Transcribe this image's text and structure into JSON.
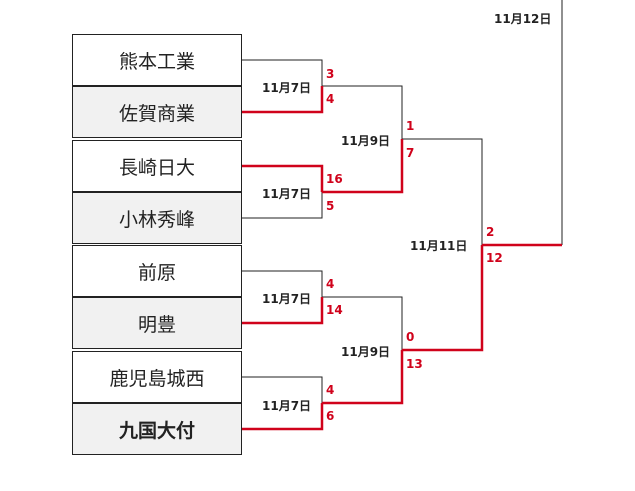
{
  "colors": {
    "win": "#d0021b",
    "line": "#222222"
  },
  "teams": [
    {
      "name": "熊本工業"
    },
    {
      "name": "佐賀商業"
    },
    {
      "name": "長崎日大"
    },
    {
      "name": "小林秀峰"
    },
    {
      "name": "前原"
    },
    {
      "name": "明豊"
    },
    {
      "name": "鹿児島城西"
    },
    {
      "name": "九国大付"
    }
  ],
  "round1": [
    {
      "date": "11月7日",
      "top_score": "3",
      "bottom_score": "4"
    },
    {
      "date": "11月7日",
      "top_score": "16",
      "bottom_score": "5"
    },
    {
      "date": "11月7日",
      "top_score": "4",
      "bottom_score": "14"
    },
    {
      "date": "11月7日",
      "top_score": "4",
      "bottom_score": "6"
    }
  ],
  "semifinals": [
    {
      "date": "11月9日",
      "top_score": "1",
      "bottom_score": "7"
    },
    {
      "date": "11月9日",
      "top_score": "0",
      "bottom_score": "13"
    }
  ],
  "final": {
    "date": "11月11日",
    "top_score": "2",
    "bottom_score": "12"
  },
  "championship": {
    "date": "11月12日"
  }
}
